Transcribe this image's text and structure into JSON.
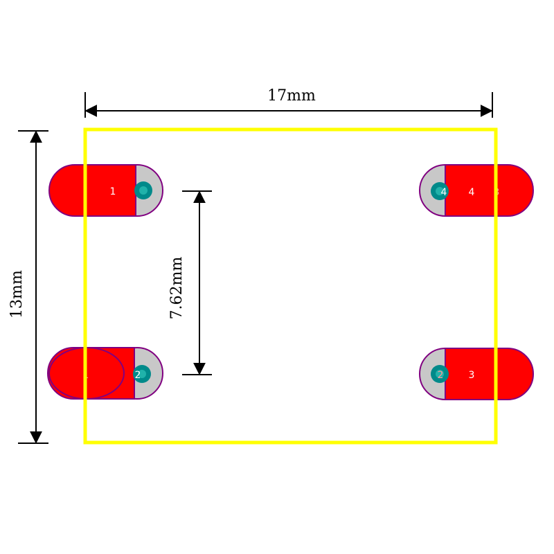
{
  "dimensions": {
    "width": "17mm",
    "height": "13mm",
    "pitch": "7.62mm"
  },
  "pads": {
    "pad1": {
      "label": "1"
    },
    "pad2": {
      "label": "2",
      "ghost_label": "1"
    },
    "pad3": {
      "label": "3",
      "ghost_label": "2"
    },
    "pad4": {
      "label": "4",
      "ghost_label_left": "4",
      "ghost_label_right": "3"
    }
  },
  "colors": {
    "outline": "#ffff00",
    "pad": "#ff0000",
    "pad_border": "#800080",
    "hole_ring": "#c0c0c0",
    "hole": "#008080",
    "dimension_line": "#000000"
  }
}
